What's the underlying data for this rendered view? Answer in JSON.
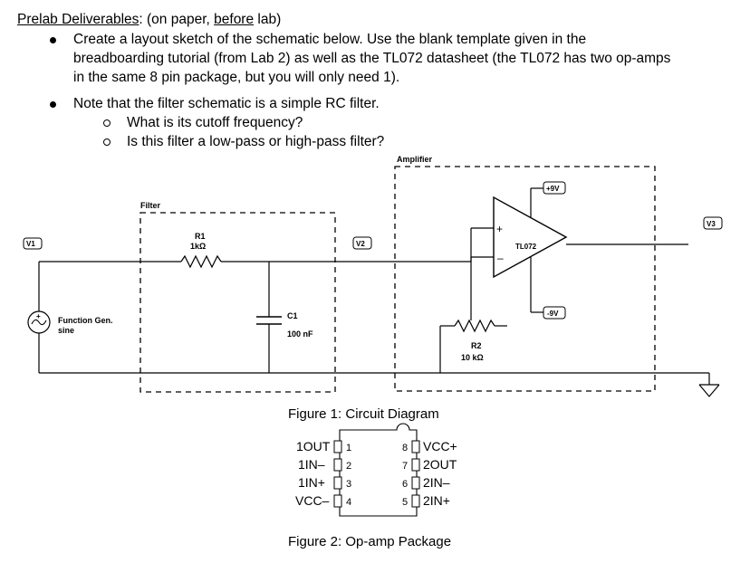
{
  "heading": {
    "title": "Prelab Deliverables",
    "colon": ":",
    "note_prefix": " (on paper, ",
    "note_emph": "before",
    "note_suffix": " lab)"
  },
  "bullets": [
    {
      "lines": [
        "Create a layout sketch of the schematic below. Use the blank template given in the",
        "breadboarding tutorial (from Lab 2) as well as the TL072 datasheet (the TL072 has two op-amps",
        "in the same 8 pin package, but you will only need 1)."
      ]
    },
    {
      "lines": [
        "Note that the filter schematic is a simple RC filter."
      ],
      "sub": [
        "What is its cutoff frequency?",
        "Is this filter a low-pass or high-pass filter?"
      ]
    }
  ],
  "schematic": {
    "v1_label": "V1",
    "v2_label": "V2",
    "v3_label": "V3",
    "source_label": "Function Gen.",
    "source_sub": "sine",
    "filter_label": "Filter",
    "amplifier_label": "Amplifier",
    "r1_name": "R1",
    "r1_value": "1kΩ",
    "c1_name": "C1",
    "c1_value": "100 nF",
    "r2_name": "R2",
    "r2_value": "10 kΩ",
    "opamp_name": "TL072",
    "vpos_label": "+9V",
    "vneg_label": "-9V",
    "plus_sign": "+",
    "minus_sign": "–"
  },
  "figure1_caption": "Figure 1: Circuit Diagram",
  "package": {
    "left_pins": [
      {
        "num": "1",
        "label": "1OUT"
      },
      {
        "num": "2",
        "label": "1IN–"
      },
      {
        "num": "3",
        "label": "1IN+"
      },
      {
        "num": "4",
        "label": "VCC–"
      }
    ],
    "right_pins": [
      {
        "num": "8",
        "label": "VCC+"
      },
      {
        "num": "7",
        "label": "2OUT"
      },
      {
        "num": "6",
        "label": "2IN–"
      },
      {
        "num": "5",
        "label": "2IN+"
      }
    ]
  },
  "figure2_caption": "Figure 2: Op-amp Package"
}
